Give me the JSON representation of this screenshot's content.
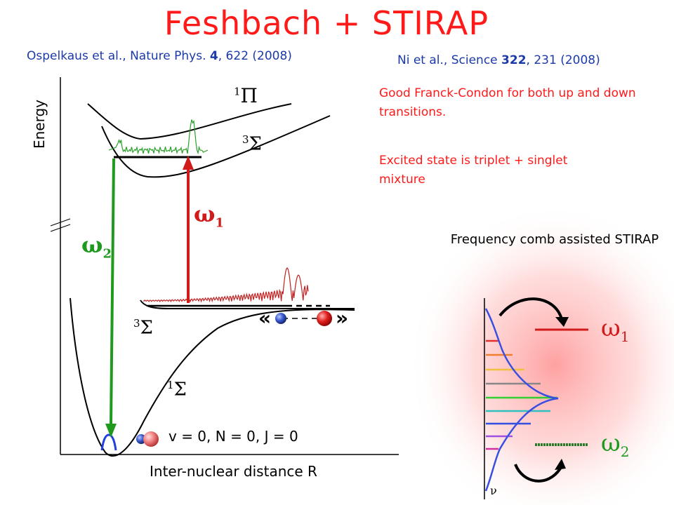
{
  "title": "Feshbach + STIRAP",
  "ref_left": {
    "authors": "Ospelkaus et al., Nature Phys. ",
    "volume": "4",
    "rest": ", 622 (2008)"
  },
  "ref_right": {
    "authors": "Ni et al., Science ",
    "volume": "322",
    "rest": ", 231 (2008)"
  },
  "note1": "Good Franck-Condon for both up and down transitions.",
  "note2": "Excited state is triplet + singlet mixture",
  "comb_title": "Frequency comb assisted  STIRAP",
  "axes": {
    "y_label": "Energy",
    "x_label": "Inter-nuclear  distance  R"
  },
  "state_labels": {
    "pi1": {
      "sup": "1",
      "sym": "Π"
    },
    "sigma3_upper": {
      "sup": "3",
      "sym": "Σ"
    },
    "sigma3_lower": {
      "sup": "3",
      "sym": "Σ"
    },
    "sigma1_lower": {
      "sup": "1",
      "sym": "Σ"
    }
  },
  "omega1_label": {
    "sym": "ω",
    "sub": "1"
  },
  "omega2_label": {
    "sym": "ω",
    "sub": "2"
  },
  "comb_omega1": {
    "sym": "ω",
    "sub": "1"
  },
  "comb_omega2": {
    "sym": "ω",
    "sub": "2"
  },
  "quantum_numbers": "v = 0, N = 0, J = 0",
  "nu_label": "ν",
  "quotes": {
    "open": "«",
    "close": "»"
  },
  "colors": {
    "title": "#ff1a1a",
    "refs": "#1b3aa8",
    "omega1_arrow": "#d11a1a",
    "omega2_arrow": "#1f9a1f",
    "comb_envelope": "#3a4fe0",
    "comb_glow": "#ffb3b3"
  },
  "comb_line_colors": [
    "#e03030",
    "#f08030",
    "#f0c040",
    "#888888",
    "#30d030",
    "#30c0c0",
    "#3050e0",
    "#a050e0",
    "#d030a0"
  ]
}
